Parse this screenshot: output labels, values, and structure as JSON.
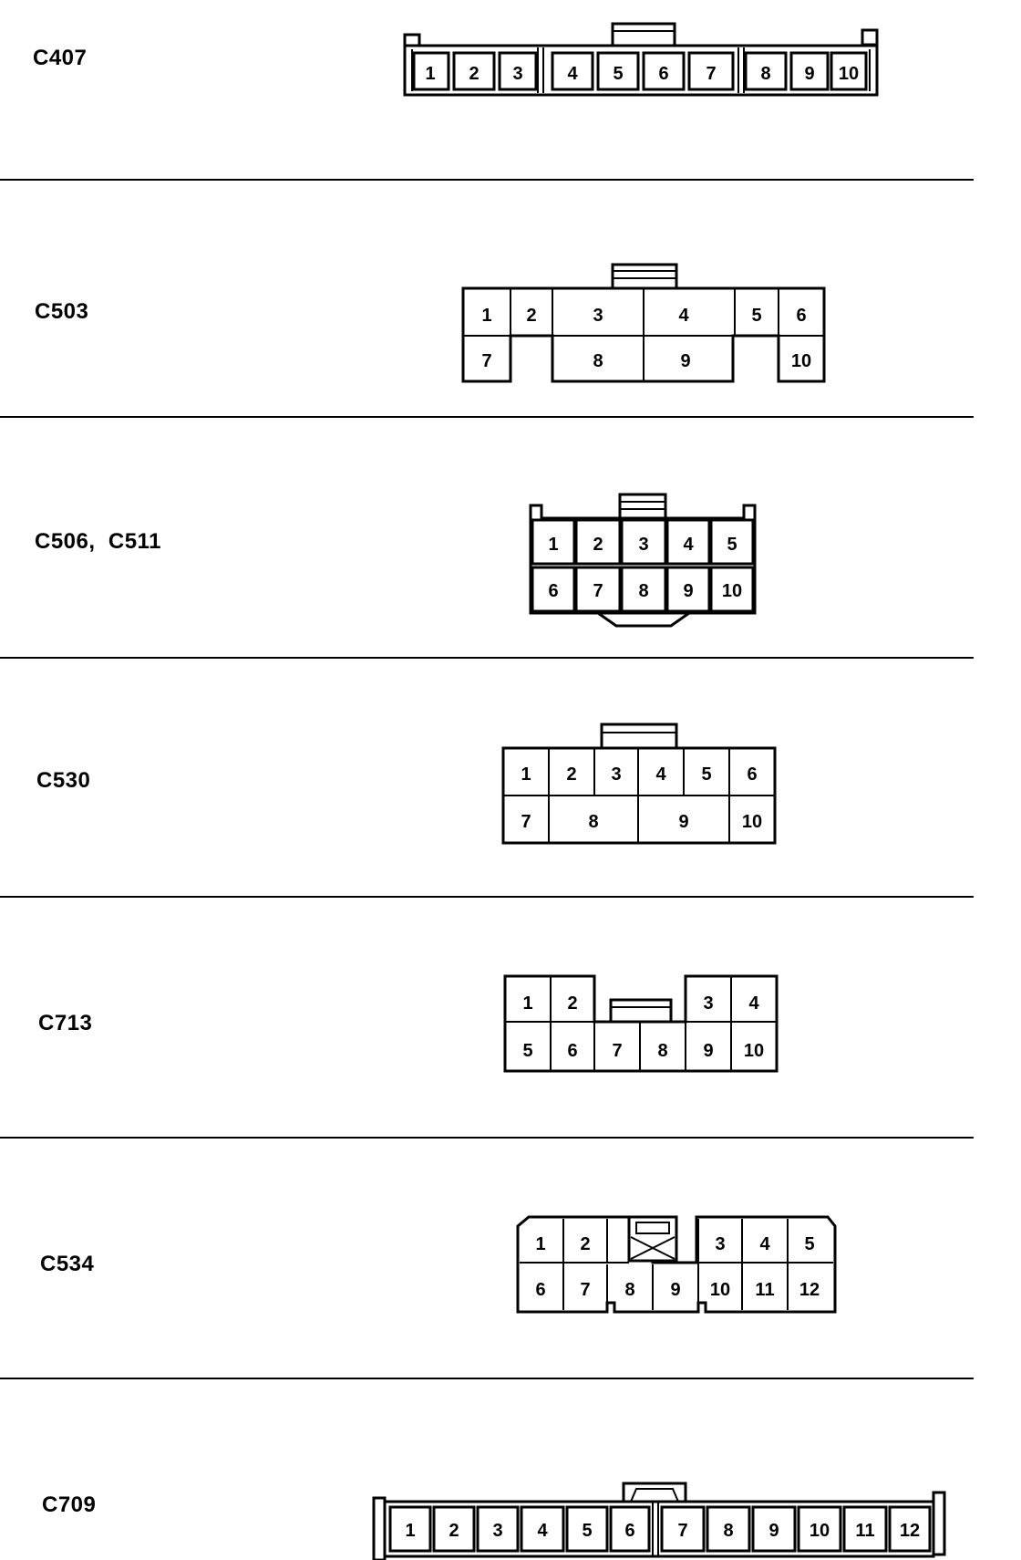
{
  "connectors": [
    {
      "id": "c407",
      "label": "C407",
      "pins": [
        "1",
        "2",
        "3",
        "4",
        "5",
        "6",
        "7",
        "8",
        "9",
        "10"
      ]
    },
    {
      "id": "c503",
      "label": "C503",
      "pins": [
        "1",
        "2",
        "3",
        "4",
        "5",
        "6",
        "7",
        "8",
        "9",
        "10"
      ]
    },
    {
      "id": "c506",
      "label": "C506,  C511",
      "pins": [
        "1",
        "2",
        "3",
        "4",
        "5",
        "6",
        "7",
        "8",
        "9",
        "10"
      ]
    },
    {
      "id": "c530",
      "label": "C530",
      "pins": [
        "1",
        "2",
        "3",
        "4",
        "5",
        "6",
        "7",
        "8",
        "9",
        "10"
      ]
    },
    {
      "id": "c713",
      "label": "C713",
      "pins": [
        "1",
        "2",
        "3",
        "4",
        "5",
        "6",
        "7",
        "8",
        "9",
        "10"
      ]
    },
    {
      "id": "c534",
      "label": "C534",
      "pins": [
        "1",
        "2",
        "3",
        "4",
        "5",
        "6",
        "7",
        "8",
        "9",
        "10",
        "11",
        "12"
      ]
    },
    {
      "id": "c709",
      "label": "C709",
      "pins": [
        "1",
        "2",
        "3",
        "4",
        "5",
        "6",
        "7",
        "8",
        "9",
        "10",
        "11",
        "12"
      ]
    }
  ]
}
